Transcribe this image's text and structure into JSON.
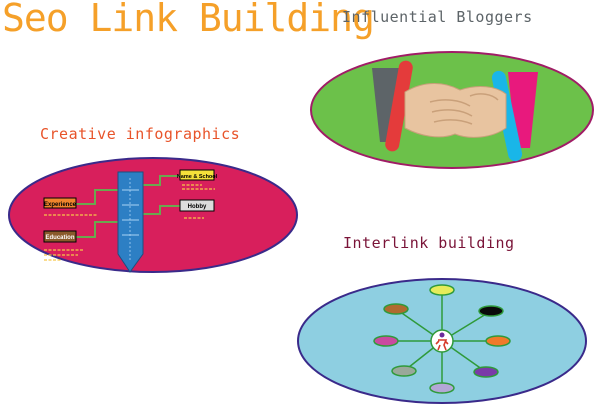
{
  "title": "Seo Link Building",
  "sections": {
    "bloggers": {
      "heading": "Influential Bloggers"
    },
    "infographics": {
      "heading": "Creative infographics",
      "boxes": [
        "Experience",
        "Education",
        "Name & School",
        "Hobby"
      ]
    },
    "interlink": {
      "heading": "Interlink building"
    }
  },
  "colors": {
    "title": "#f5a029",
    "bloggers_oval": "#6cc14a",
    "bloggers_oval_border": "#a01c66",
    "infographics_oval": "#d81f5c",
    "infographics_oval_border": "#3a2a8a",
    "interlink_oval": "#8ecfe1",
    "interlink_oval_border": "#3a2a8a"
  },
  "icons": {
    "bloggers": "handshake-icon",
    "infographics": "timeline-icon",
    "interlink": "network-icon",
    "hub": "person-icon"
  }
}
